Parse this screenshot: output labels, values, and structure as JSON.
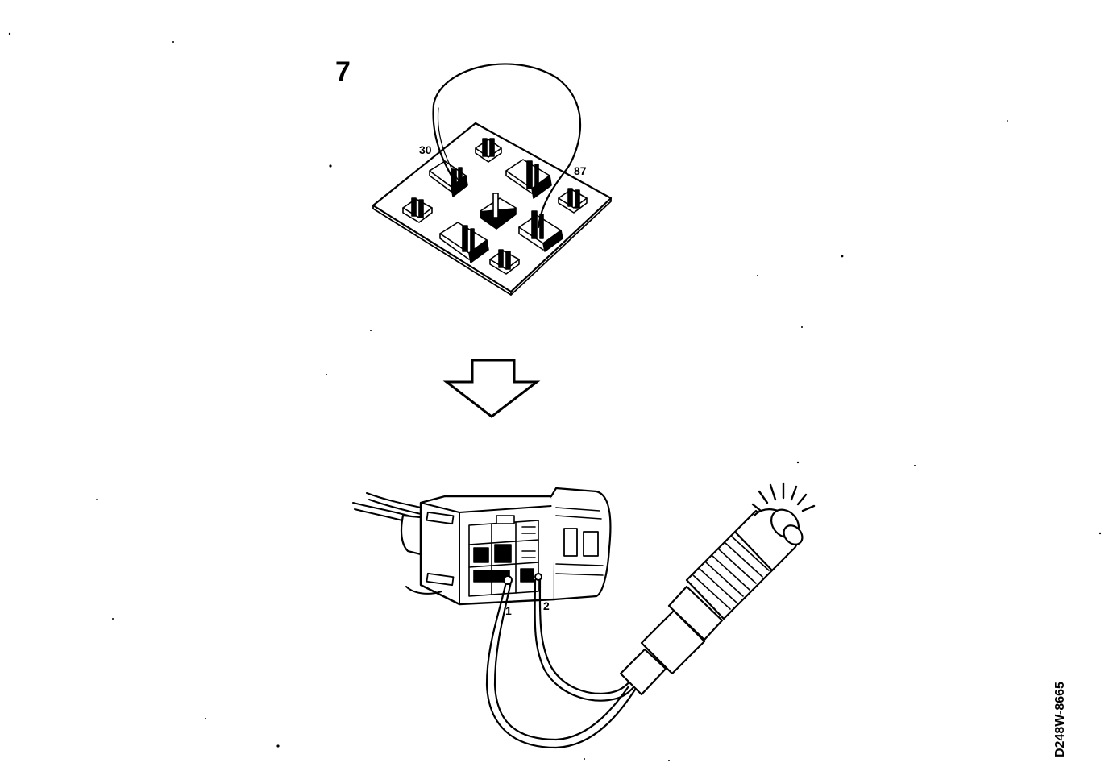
{
  "step_number": "7",
  "relay_pins": {
    "left": "30",
    "right": "87"
  },
  "connector_pins": {
    "pin1": "1",
    "pin2": "2"
  },
  "drawing_code": "D248W-8665",
  "colors": {
    "ink": "#000000",
    "paper": "#ffffff"
  }
}
